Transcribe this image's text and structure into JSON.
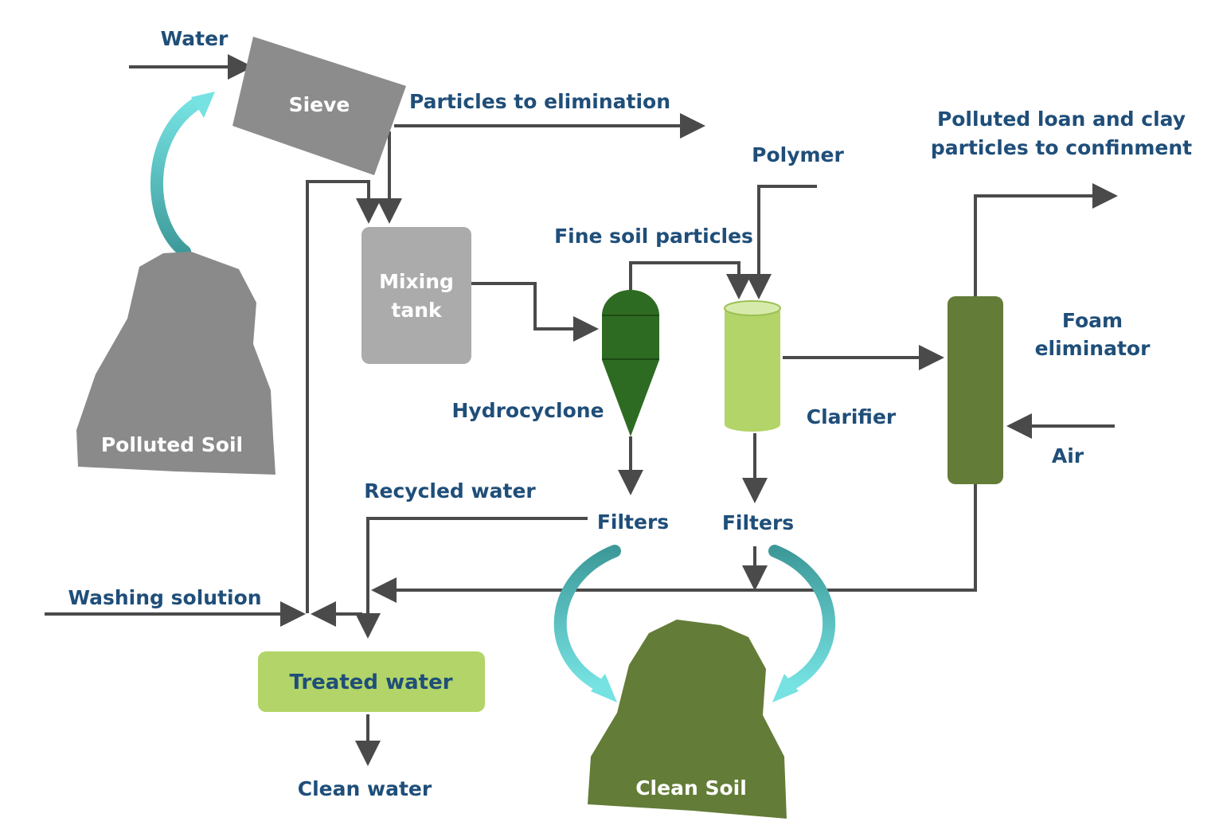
{
  "labels": {
    "water": "Water",
    "sieve": "Sieve",
    "particles_elimination": "Particles to elimination",
    "polluted_loan_line1": "Polluted loan and clay",
    "polluted_loan_line2": "particles to confinment",
    "polymer": "Polymer",
    "fine_soil_particles": "Fine soil particles",
    "mixing_tank_line1": "Mixing",
    "mixing_tank_line2": "tank",
    "hydrocyclone": "Hydrocyclone",
    "clarifier": "Clarifier",
    "foam_line1": "Foam",
    "foam_line2": "eliminator",
    "air": "Air",
    "polluted_soil": "Polluted Soil",
    "recycled_water": "Recycled water",
    "filters_left": "Filters",
    "filters_right": "Filters",
    "washing_solution": "Washing solution",
    "treated_water": "Treated water",
    "clean_water": "Clean water",
    "clean_soil": "Clean Soil"
  },
  "colors": {
    "label_text": "#1f4e79",
    "arrow": "#4a4a4a",
    "sieve": "#8c8c8c",
    "mixing_tank": "#ababab",
    "hydrocyclone": "#2e6b22",
    "clarifier": "#b2d468",
    "foam_eliminator": "#637c37",
    "treated_water_box": "#b2d468",
    "polluted_soil": "#8a8a8a",
    "clean_soil": "#637c37",
    "teal_arrow": "#66d4d4"
  }
}
